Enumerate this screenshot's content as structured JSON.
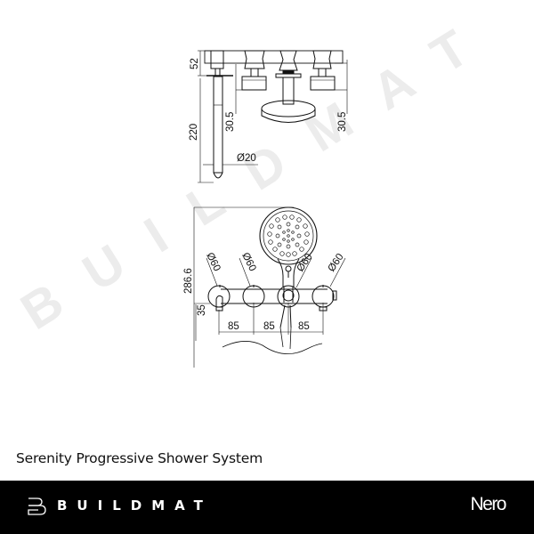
{
  "drawing": {
    "top_view": {
      "dimensions": {
        "height_top": "52",
        "spout_length": "220",
        "offset_left": "30.5",
        "offset_right": "30.5",
        "spout_diameter": "Ø20"
      }
    },
    "front_view": {
      "dimensions": {
        "total_height": "286.6",
        "spout_height": "35",
        "diameter_1": "Ø60",
        "diameter_2": "Ø60",
        "diameter_3": "Ø60",
        "diameter_4": "Ø60",
        "spacing_1": "85",
        "spacing_2": "85",
        "spacing_3": "85"
      }
    },
    "watermark": "BUILDMAT"
  },
  "product": {
    "title": "Serenity Progressive Shower System"
  },
  "footer": {
    "brand": "BUILDMAT",
    "manufacturer": "Nero",
    "background": "#000000",
    "text_color": "#ffffff"
  }
}
